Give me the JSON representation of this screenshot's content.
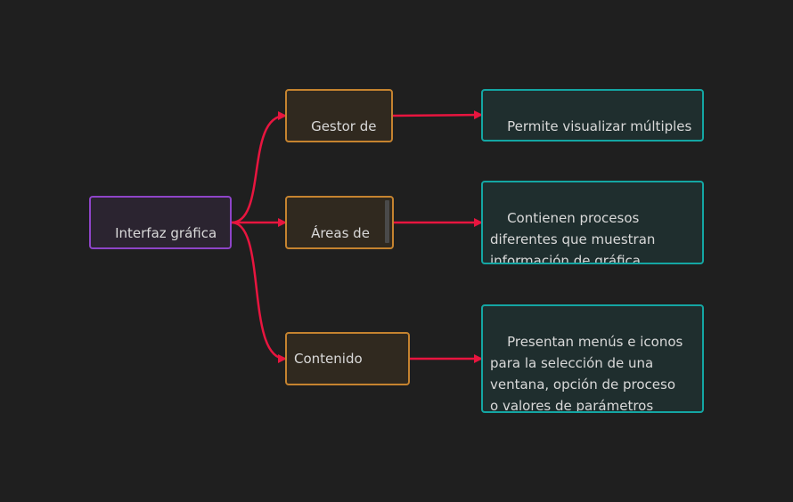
{
  "diagram": {
    "root": {
      "label": "Interfaz gráfica\nde usuario"
    },
    "branches": [
      {
        "label": "Gestor de\nventanas"
      },
      {
        "label": "Áreas de\nvisualizació"
      },
      {
        "label": "Contenido"
      }
    ],
    "leaves": [
      {
        "label": "Permite visualizar múltiples\náreas de visualización"
      },
      {
        "label": "Contienen procesos\ndiferentes que muestran\ninformación de gráfica"
      },
      {
        "label": "Presentan menús e iconos\npara la selección de una\nventana, opción de proceso\no valores de parámetros"
      }
    ],
    "colors": {
      "background": "#1f1f1f",
      "root_border": "#8e44c8",
      "branch_border": "#c5832f",
      "leaf_border": "#14a6a3",
      "connector": "#e8153f"
    }
  }
}
